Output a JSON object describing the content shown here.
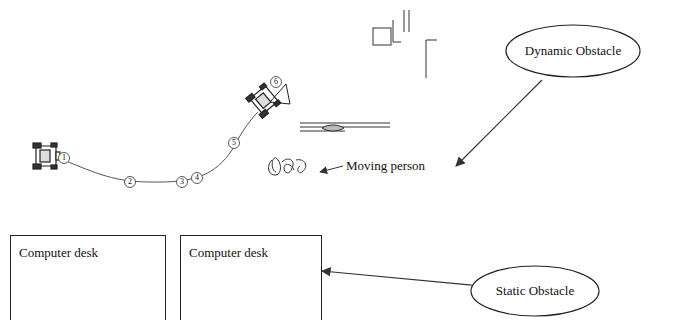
{
  "diagram": {
    "nodes": [
      {
        "text": [
          "Dynamic Obstacle"
        ]
      },
      {
        "text": [
          "Computer desk"
        ]
      },
      {
        "text": [
          "Computer desk"
        ]
      },
      {
        "text": [
          "Static Obstacle"
        ]
      }
    ],
    "edges": [
      {
        "from": 3,
        "to": 2,
        "arrow": "to"
      }
    ],
    "labels": [
      "6",
      "1",
      "5",
      "2",
      "3",
      "4",
      "Moving person"
    ]
  }
}
